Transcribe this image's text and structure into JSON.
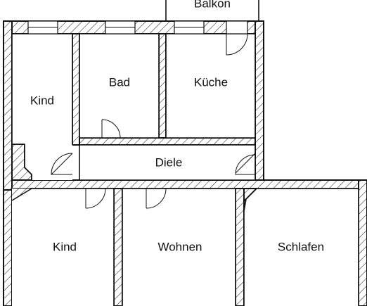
{
  "rooms": {
    "balkon": "Balkon",
    "kind_top": "Kind",
    "bad": "Bad",
    "kueche": "Küche",
    "diele": "Diele",
    "kind_bottom": "Kind",
    "wohnen": "Wohnen",
    "schlafen": "Schlafen"
  },
  "colors": {
    "line": "#111111",
    "background": "#ffffff"
  }
}
